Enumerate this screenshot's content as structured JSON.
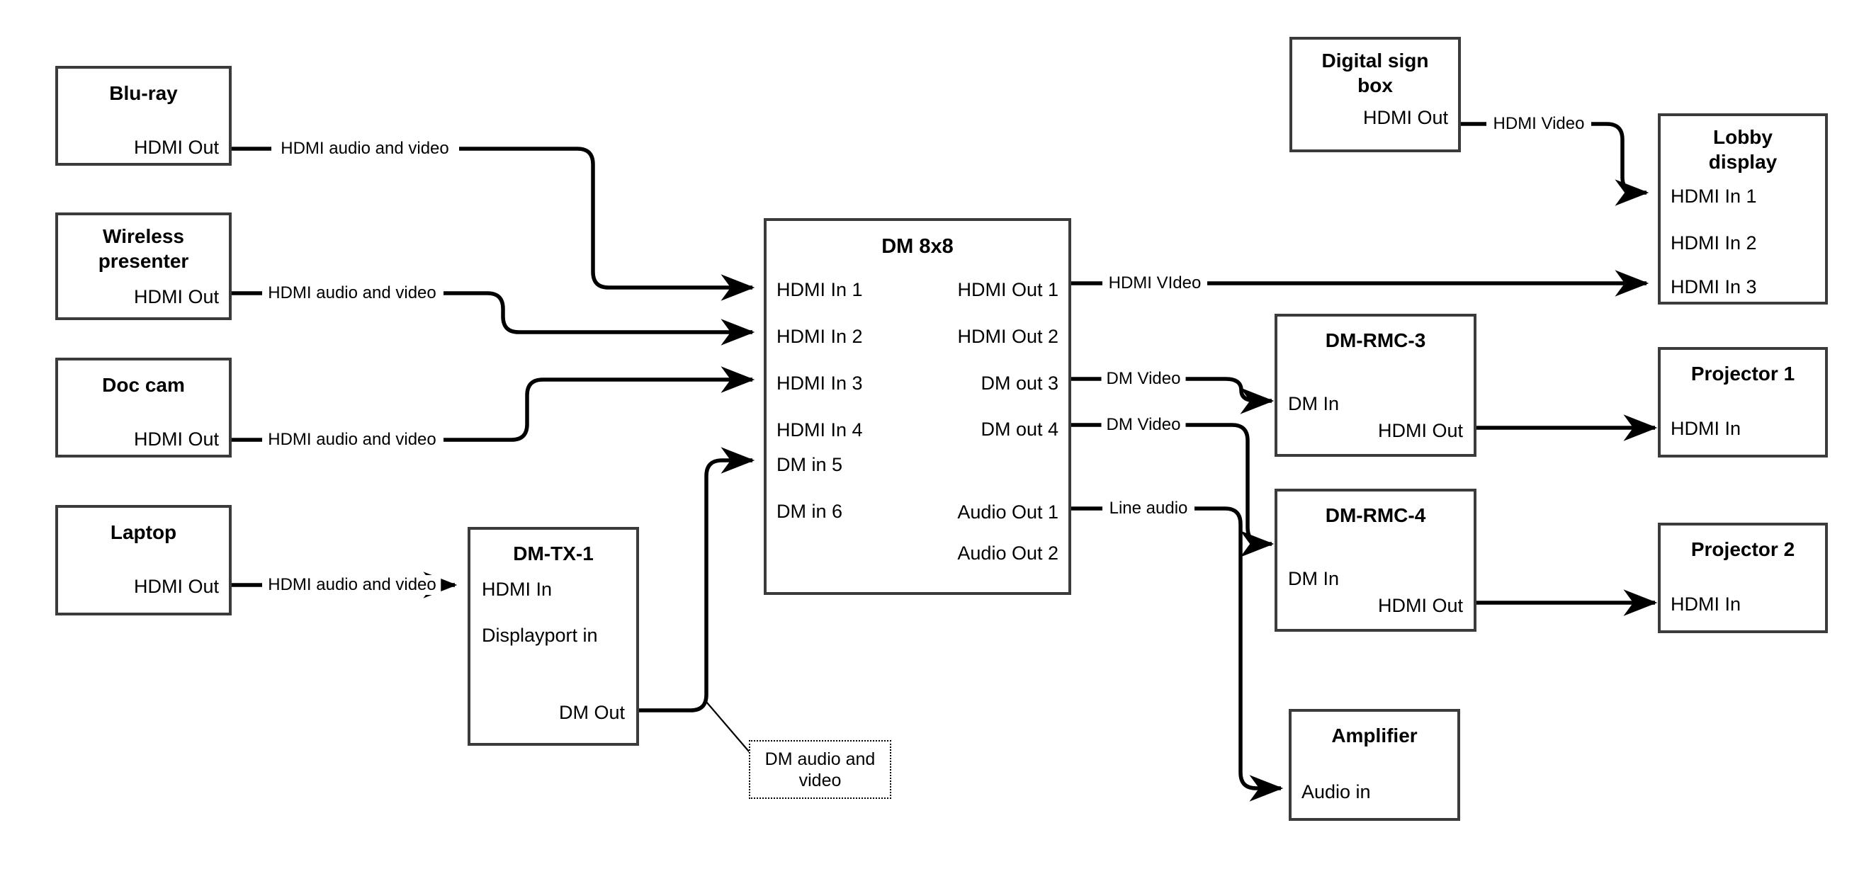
{
  "diagram": {
    "title": "Crestron DigitalMedia AV signal flow diagram",
    "stroke_color": "#3b3b3b",
    "wire_color": "#000000",
    "background": "#ffffff"
  },
  "nodes": {
    "bluray": {
      "title": "Blu-ray",
      "ports": {
        "out1": "HDMI Out"
      }
    },
    "wireless": {
      "title": "Wireless\npresenter",
      "title_line1": "Wireless",
      "title_line2": "presenter",
      "ports": {
        "out1": "HDMI Out"
      }
    },
    "doccam": {
      "title": "Doc cam",
      "ports": {
        "out1": "HDMI Out"
      }
    },
    "laptop": {
      "title": "Laptop",
      "ports": {
        "out1": "HDMI Out"
      }
    },
    "dmtx1": {
      "title": "DM-TX-1",
      "ports": {
        "in1": "HDMI In",
        "in2": "Displayport in",
        "out1": "DM Out"
      }
    },
    "dm8x8": {
      "title": "DM 8x8",
      "inputs": [
        "HDMI In 1",
        "HDMI In 2",
        "HDMI In 3",
        "HDMI In 4",
        "DM in 5",
        "DM in 6"
      ],
      "outputs": [
        "HDMI Out 1",
        "HDMI Out 2",
        "DM out 3",
        "DM out 4",
        "Audio Out 1",
        "Audio Out 2"
      ]
    },
    "digitalsign": {
      "title_line1": "Digital sign",
      "title_line2": "box",
      "ports": {
        "out1": "HDMI Out"
      }
    },
    "lobby": {
      "title_line1": "Lobby",
      "title_line2": "display",
      "inputs": [
        "HDMI In 1",
        "HDMI In 2",
        "HDMI In 3"
      ]
    },
    "dmrmc3": {
      "title": "DM-RMC-3",
      "ports": {
        "in1": "DM In",
        "out1": "HDMI Out"
      }
    },
    "dmrmc4": {
      "title": "DM-RMC-4",
      "ports": {
        "in1": "DM In",
        "out1": "HDMI Out"
      }
    },
    "projector1": {
      "title": "Projector 1",
      "ports": {
        "in1": "HDMI In"
      }
    },
    "projector2": {
      "title": "Projector 2",
      "ports": {
        "in1": "HDMI In"
      }
    },
    "amplifier": {
      "title": "Amplifier",
      "ports": {
        "in1": "Audio in"
      }
    }
  },
  "callouts": {
    "dm_av": {
      "line1": "DM audio and",
      "line2": "video",
      "text": "DM audio and video"
    }
  },
  "connections": [
    {
      "id": "c1",
      "from": "bluray.HDMI Out",
      "to": "dm8x8.HDMI In 1",
      "label": "HDMI audio and video"
    },
    {
      "id": "c2",
      "from": "wireless.HDMI Out",
      "to": "dm8x8.HDMI In 2",
      "label": "HDMI audio and video"
    },
    {
      "id": "c3",
      "from": "doccam.HDMI Out",
      "to": "dm8x8.HDMI In 3",
      "label": "HDMI audio and video"
    },
    {
      "id": "c4",
      "from": "laptop.HDMI Out",
      "to": "dmtx1.HDMI In",
      "label": "HDMI audio and video"
    },
    {
      "id": "c5",
      "from": "dmtx1.DM Out",
      "to": "dm8x8.DM in 5",
      "label": "DM audio and video"
    },
    {
      "id": "c6",
      "from": "dm8x8.HDMI Out 1",
      "to": "lobby.HDMI In 3",
      "label": "HDMI VIdeo"
    },
    {
      "id": "c7",
      "from": "dm8x8.DM out 3",
      "to": "dmrmc3.DM In",
      "label": "DM Video"
    },
    {
      "id": "c8",
      "from": "dm8x8.DM out 4",
      "to": "dmrmc4.DM In",
      "label": "DM Video"
    },
    {
      "id": "c9",
      "from": "dm8x8.Audio Out 1",
      "to": "amplifier.Audio in",
      "label": "Line audio"
    },
    {
      "id": "c10",
      "from": "dmrmc3.HDMI Out",
      "to": "projector1.HDMI In",
      "label": ""
    },
    {
      "id": "c11",
      "from": "dmrmc4.HDMI Out",
      "to": "projector2.HDMI In",
      "label": ""
    },
    {
      "id": "c12",
      "from": "digitalsign.HDMI Out",
      "to": "lobby.HDMI In 1",
      "label": "HDMI Video"
    }
  ],
  "wire_labels": {
    "bluray_to_dm": "HDMI audio and video",
    "wireless_to_dm": "HDMI audio and video",
    "doccam_to_dm": "HDMI audio and video",
    "laptop_to_tx": "HDMI audio and video",
    "hdmi_out1": "HDMI VIdeo",
    "dm_out3": "DM Video",
    "dm_out4": "DM Video",
    "audio_out1": "Line audio",
    "sign_to_lobby": "HDMI Video"
  }
}
